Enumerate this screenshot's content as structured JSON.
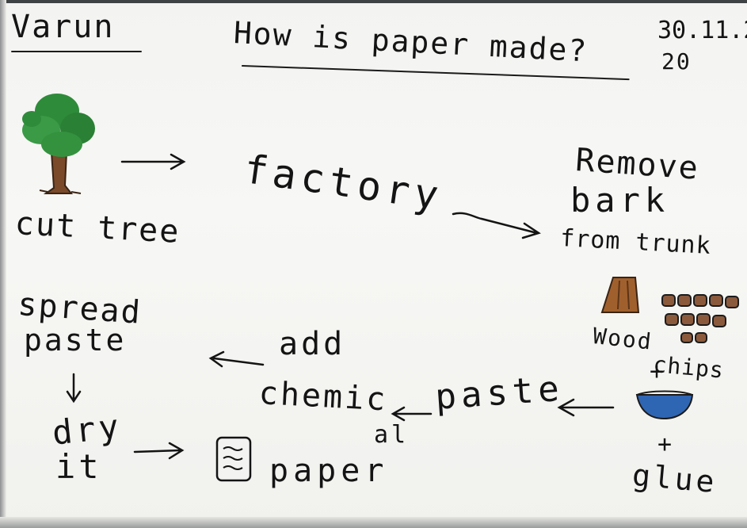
{
  "name": "Varun",
  "title": "How is paper made?",
  "date_line1": "30.11.2",
  "date_line2": "20",
  "steps": {
    "cut_tree": "cut tree",
    "factory": "factory",
    "remove_line1": "Remove",
    "remove_line2": "bark",
    "remove_line3": "from trunk",
    "wood": "Wood",
    "chips": "chips",
    "plus1": "+",
    "plus2": "+",
    "glue": "glue",
    "paste": "paste",
    "add": "add",
    "chemical": "chemic",
    "chemical_tail": "al",
    "spread_line1": "spread",
    "spread_line2": "paste",
    "dry_line1": "dry",
    "dry_line2": "it",
    "paper": "paper"
  },
  "drawings": {
    "tree": "tree-icon",
    "trunk": "trunk-icon",
    "chips": "wood-chips-icon",
    "bowl": "bowl-icon",
    "sheet": "paper-sheet-icon"
  },
  "colors": {
    "ink": "#141414",
    "leaf": "#2e8b3a",
    "bark": "#7a4a2a",
    "chip": "#8b5a3c",
    "bowl": "#2f66b3"
  }
}
